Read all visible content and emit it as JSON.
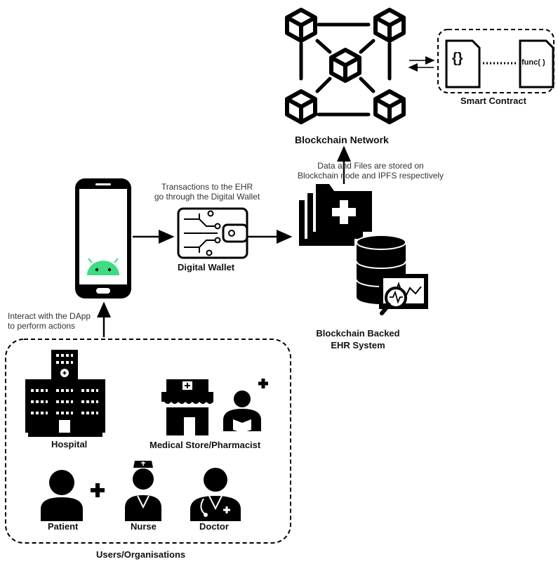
{
  "blockchain": {
    "network_label": "Blockchain Network",
    "smart_contract_label": "Smart Contract",
    "contract_doc_text": "{}",
    "contract_func_text": "func( )"
  },
  "wallet": {
    "label": "Digital Wallet",
    "note_line1": "Transactions to the EHR",
    "note_line2": "go through the Digital Wallet"
  },
  "ehr": {
    "label_line1": "Blockchain Backed",
    "label_line2": "EHR System",
    "storage_note_line1": "Data and Files are stored on",
    "storage_note_line2": "Blockchain node and IPFS respectively"
  },
  "phone": {
    "note_line1": "Interact with the DApp",
    "note_line2": "to perform actions"
  },
  "users": {
    "group_label": "Users/Organisations",
    "hospital": "Hospital",
    "medical_store": "Medical Store/Pharmacist",
    "patient": "Patient",
    "nurse": "Nurse",
    "doctor": "Doctor"
  },
  "colors": {
    "android": "#3ddc84",
    "ink": "#000000"
  }
}
